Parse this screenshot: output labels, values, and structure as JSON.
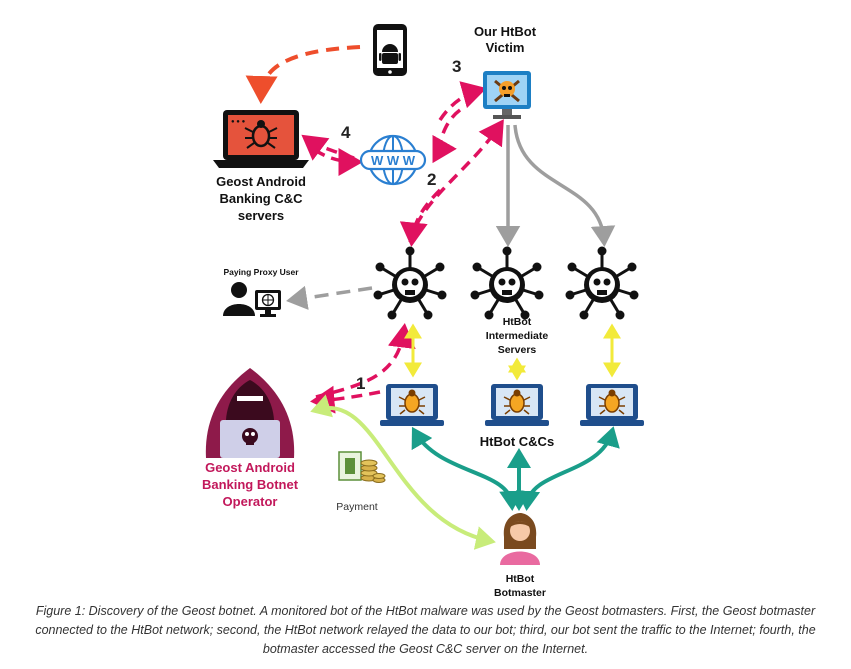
{
  "labels": {
    "victim_line1": "Our HtBot",
    "victim_line2": "Victim",
    "geost_cc_line1": "Geost Android",
    "geost_cc_line2": "Banking C&C",
    "geost_cc_line3": "servers",
    "paying_proxy": "Paying Proxy User",
    "intermediate_line1": "HtBot",
    "intermediate_line2": "Intermediate",
    "intermediate_line3": "Servers",
    "htbot_ccs": "HtBot C&Cs",
    "operator_line1": "Geost Android",
    "operator_line2": "Banking Botnet",
    "operator_line3": "Operator",
    "payment": "Payment",
    "botmaster_line1": "HtBot",
    "botmaster_line2": "Botmaster",
    "www": "W W W"
  },
  "steps": {
    "step1": "1",
    "step2": "2",
    "step3": "3",
    "step4": "4"
  },
  "caption": "Figure 1: Discovery of the Geost botnet. A monitored bot of the HtBot malware was used by the Geost botmasters. First, the Geost botmaster connected to the HtBot network; second, the HtBot network relayed the data to our bot; third, our bot sent the traffic to the Internet; fourth, the botmaster accessed the Geost C&C server on the Internet.",
  "colors": {
    "flow_red": "#e0115f",
    "flow_orange": "#ee4e2c",
    "gray": "#9e9e9e",
    "yellow": "#f2ea3a",
    "teal": "#1a9e8a",
    "light_green": "#c8ec7a",
    "operator_text": "#c2185b"
  },
  "icons": [
    "android-phone-icon",
    "skull-monitor-icon",
    "bug-laptop-icon",
    "globe-www-icon",
    "skull-server-icon",
    "proxy-user-icon",
    "bug-monitor-icon",
    "hooded-hacker-icon",
    "money-payment-icon",
    "woman-avatar-icon"
  ]
}
